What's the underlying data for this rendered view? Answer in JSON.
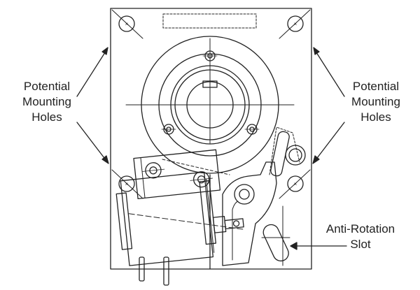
{
  "labels": {
    "left_potential": {
      "line1": "Potential",
      "line2": "Mounting",
      "line3": "Holes"
    },
    "right_potential": {
      "line1": "Potential",
      "line2": "Mounting",
      "line3": "Holes"
    },
    "anti_rotation": {
      "line1": "Anti-Rotation",
      "line2": "Slot"
    }
  },
  "colors": {
    "stroke": "#222222",
    "background": "#ffffff"
  }
}
